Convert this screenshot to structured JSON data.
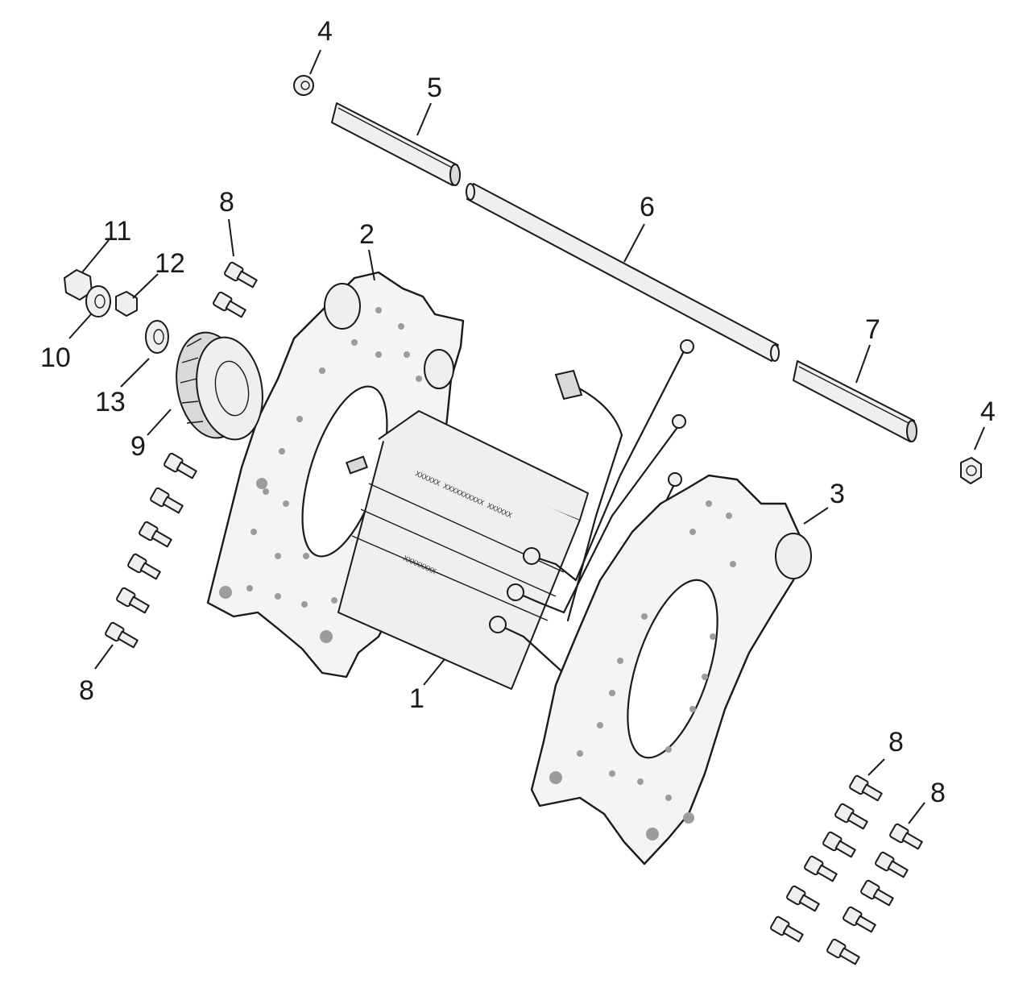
{
  "diagram": {
    "type": "exploded-parts-view",
    "callouts": [
      {
        "id": "c4a",
        "label": "4"
      },
      {
        "id": "c5",
        "label": "5"
      },
      {
        "id": "c6",
        "label": "6"
      },
      {
        "id": "c7",
        "label": "7"
      },
      {
        "id": "c4b",
        "label": "4"
      },
      {
        "id": "c2",
        "label": "2"
      },
      {
        "id": "c3",
        "label": "3"
      },
      {
        "id": "c1",
        "label": "1"
      },
      {
        "id": "c8a",
        "label": "8"
      },
      {
        "id": "c8b",
        "label": "8"
      },
      {
        "id": "c8c",
        "label": "8"
      },
      {
        "id": "c8d",
        "label": "8"
      },
      {
        "id": "c9",
        "label": "9"
      },
      {
        "id": "c10",
        "label": "10"
      },
      {
        "id": "c11",
        "label": "11"
      },
      {
        "id": "c12",
        "label": "12"
      },
      {
        "id": "c13",
        "label": "13"
      }
    ]
  }
}
